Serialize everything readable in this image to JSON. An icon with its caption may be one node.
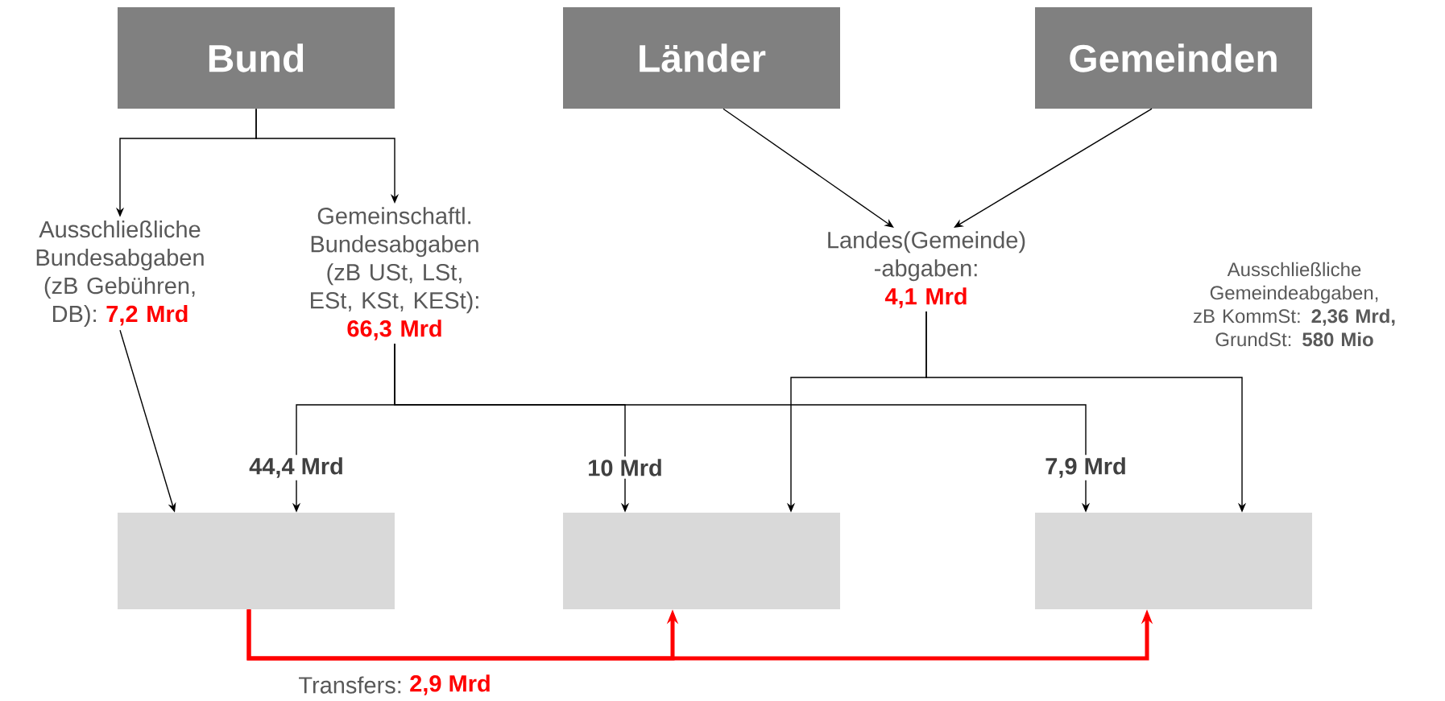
{
  "diagram": {
    "nodes": [
      {
        "text": [
          "Bund"
        ]
      },
      {
        "text": [
          "Länder"
        ]
      },
      {
        "text": [
          "Gemeinden"
        ]
      },
      {
        "text": [
          "Ausschließliche Bundesabgaben (zB Gebühren, DB):",
          "7,2 Mrd"
        ]
      },
      {
        "text": [
          "Gemeinschaftl. Bundesabgaben (zB USt, LSt, ESt, KSt, KESt):",
          "66,3 Mrd"
        ]
      },
      {
        "text": [
          "Landes(Gemeinde) -abgaben:",
          "4,1 Mrd"
        ]
      },
      {
        "text": [
          "Ausschließliche Gemeindeabgaben,",
          "zB KommSt: **2,36 Mrd,** GrundSt: **580 Mio**"
        ]
      },
      {
        "text": [],
        "shape": "box"
      },
      {
        "text": [],
        "shape": "box"
      },
      {
        "text": [],
        "shape": "box"
      }
    ],
    "edges": [
      {
        "from": 0,
        "to": 3,
        "arrow": "to"
      },
      {
        "from": 0,
        "to": 4,
        "arrow": "to"
      },
      {
        "from": 1,
        "to": 5,
        "arrow": "to"
      },
      {
        "from": 2,
        "to": 5,
        "arrow": "to"
      },
      {
        "from": 3,
        "to": 7,
        "arrow": "to"
      },
      {
        "from": 4,
        "to": 7,
        "arrow": "to",
        "label": "44,4 Mrd"
      },
      {
        "from": 4,
        "to": 8,
        "arrow": "to",
        "label": "10 Mrd"
      },
      {
        "from": 4,
        "to": 9,
        "arrow": "to",
        "label": "7,9 Mrd"
      },
      {
        "from": 5,
        "to": 8,
        "arrow": "to"
      },
      {
        "from": 5,
        "to": 9,
        "arrow": "to"
      },
      {
        "from": 7,
        "to": 8,
        "arrow": "to",
        "style": "thick",
        "color": "#ff0000"
      },
      {
        "from": 7,
        "to": 9,
        "arrow": "to",
        "style": "thick",
        "color": "#ff0000"
      }
    ],
    "labels": [
      "Transfers:",
      "2,9 Mrd"
    ]
  }
}
